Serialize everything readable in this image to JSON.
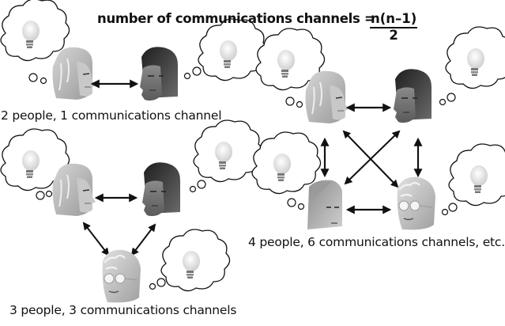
{
  "title": {
    "text": "number of communications channels =",
    "formula_numerator": "n(n–1)",
    "formula_denominator": "2"
  },
  "groups": [
    {
      "id": "two",
      "label": "2 people, 1 communications channel",
      "people": 2,
      "channels": 1
    },
    {
      "id": "three",
      "label": "3 people, 3 communications channels",
      "people": 3,
      "channels": 3
    },
    {
      "id": "four",
      "label": "4 people, 6 communications channels, etc.",
      "people": 4,
      "channels": 6
    }
  ],
  "icons": {
    "thought": "thought-bubble-lightbulb-icon",
    "arrow": "double-headed-arrow"
  },
  "colors": {
    "ink": "#111111",
    "background": "#ffffff",
    "bulb": "#e8e8e8"
  }
}
